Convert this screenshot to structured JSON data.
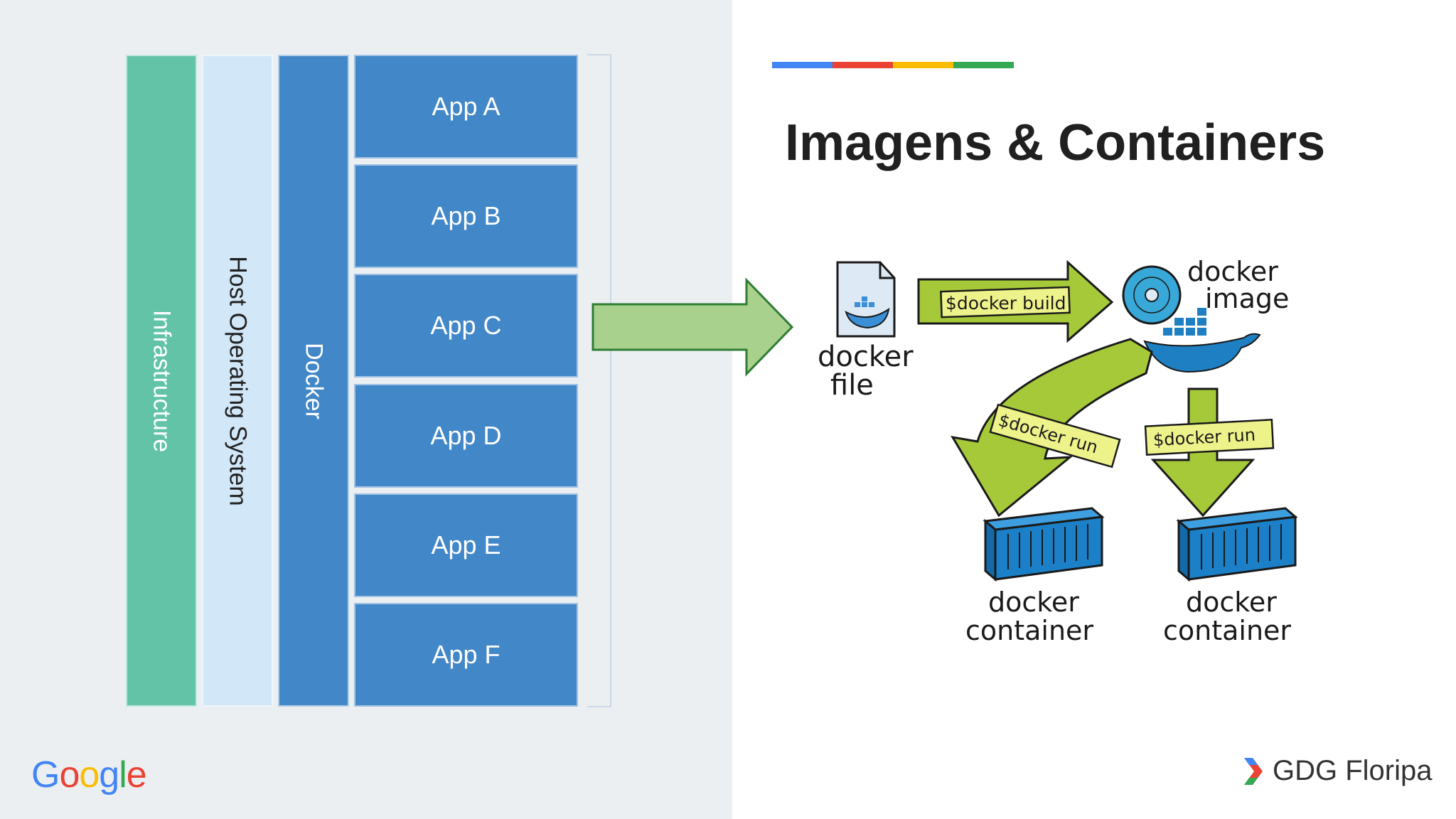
{
  "slide": {
    "title": "Imagens & Containers",
    "accent_colors": [
      "#4285f4",
      "#ea4335",
      "#fbbc04",
      "#34a853"
    ]
  },
  "stack": {
    "infrastructure": "Infrastructure",
    "host_os": "Host Operating System",
    "docker": "Docker",
    "apps": [
      "App A",
      "App B",
      "App C",
      "App D",
      "App E",
      "App F"
    ],
    "colors": {
      "infra": "#62c3a7",
      "host": "#d2e7f8",
      "docker": "#4287c8"
    }
  },
  "flow": {
    "dockerfile_label_1": "docker",
    "dockerfile_label_2": "file",
    "build_command": "$docker build",
    "image_label_1": "docker",
    "image_label_2": "image",
    "run_command_1": "$docker run",
    "run_command_2": "$docker run",
    "container_1_line1": "docker",
    "container_1_line2": "container",
    "container_2_line1": "docker",
    "container_2_line2": "container"
  },
  "footer": {
    "google_letters": [
      "G",
      "o",
      "o",
      "g",
      "l",
      "e"
    ],
    "google_colors": [
      "#4285f4",
      "#ea4335",
      "#fbbc04",
      "#4285f4",
      "#34a853",
      "#ea4335"
    ],
    "gdg_label": "GDG Floripa"
  }
}
